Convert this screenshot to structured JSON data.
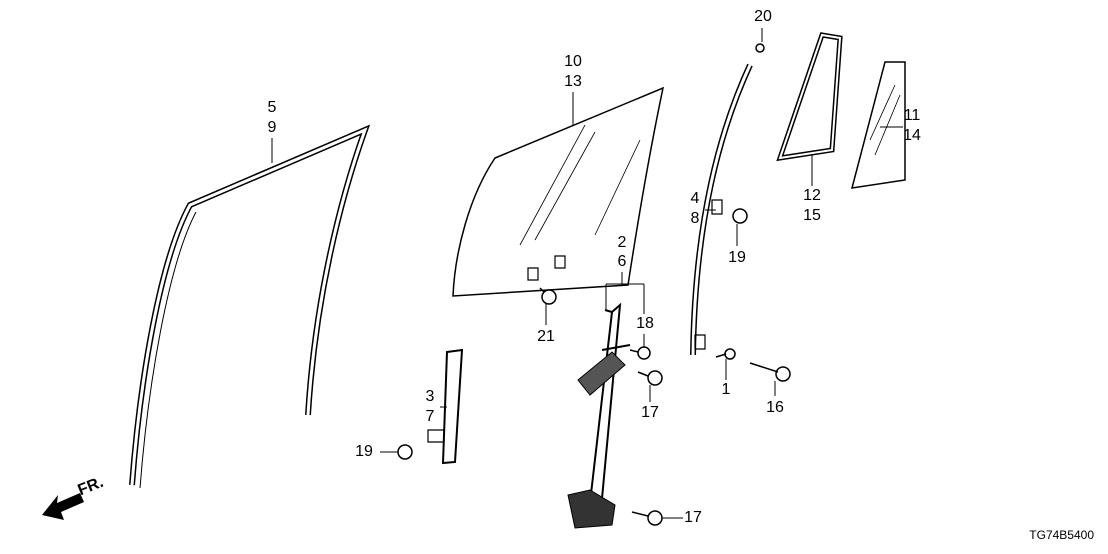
{
  "diagram_code": "TG74B5400",
  "front_indicator": "FR.",
  "callouts": {
    "c5": "5",
    "c9": "9",
    "c10": "10",
    "c13": "13",
    "c20": "20",
    "c11": "11",
    "c14": "14",
    "c12": "12",
    "c15": "15",
    "c4": "4",
    "c8": "8",
    "c19a": "19",
    "c2": "2",
    "c6": "6",
    "c18": "18",
    "c21": "21",
    "c17a": "17",
    "c3": "3",
    "c7": "7",
    "c19b": "19",
    "c1": "1",
    "c16": "16",
    "c17b": "17"
  }
}
